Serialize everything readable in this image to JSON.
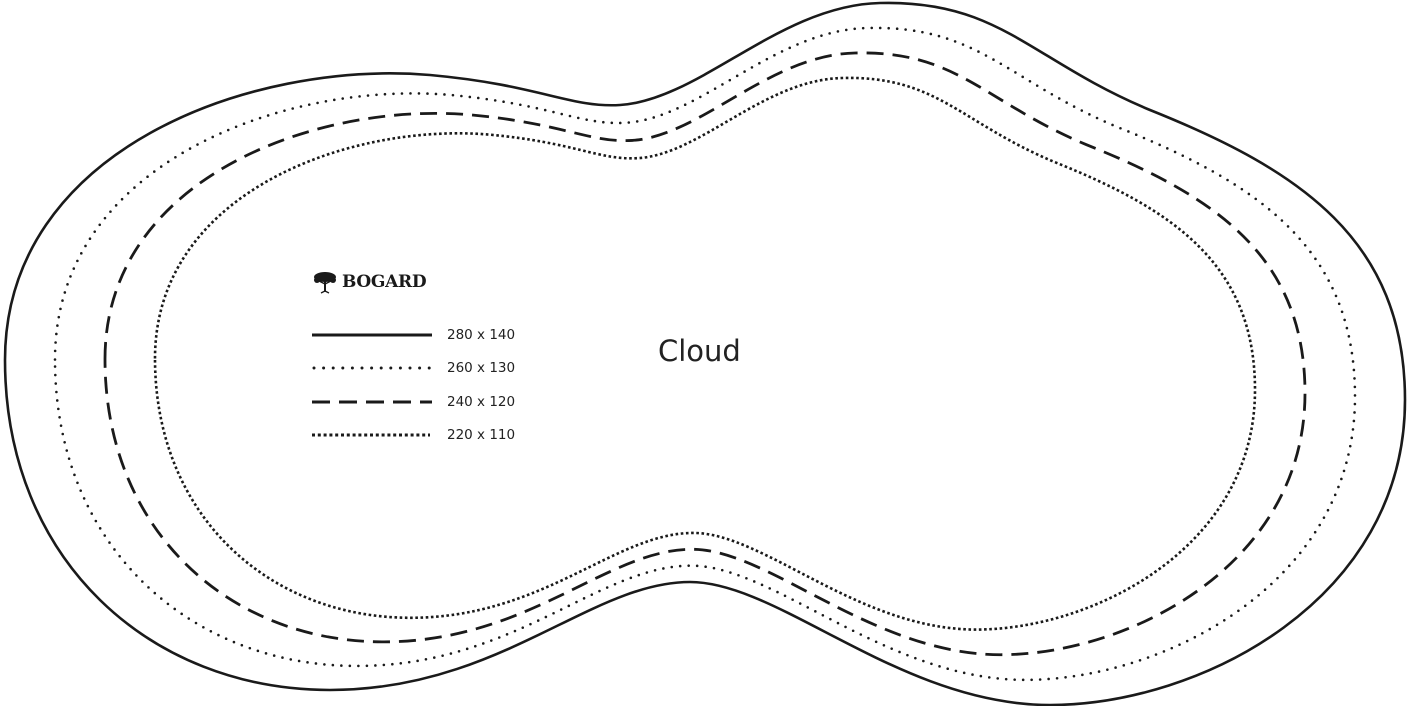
{
  "title": "Cloud",
  "brand": "BOGARD",
  "legend": [
    {
      "label": "280 x 140",
      "style": "solid",
      "length": 280
    },
    {
      "label": "260 x 130",
      "style": "dotted",
      "length": 260
    },
    {
      "label": "240 x 120",
      "style": "dashed",
      "length": 240
    },
    {
      "label": "220 x 110",
      "style": "fine-dotted",
      "length": 220
    }
  ],
  "colors": {
    "stroke": "#1a1a1a",
    "background": "#ffffff"
  }
}
